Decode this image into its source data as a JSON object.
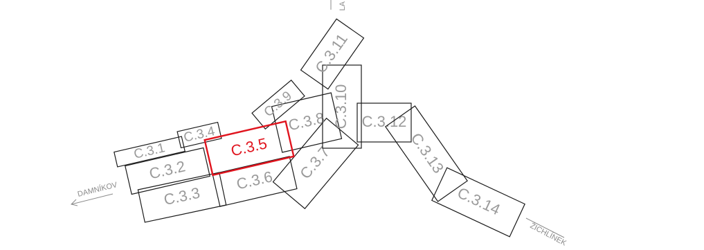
{
  "sectors": [
    {
      "id": "c31",
      "label": "C.3.1",
      "selected": false
    },
    {
      "id": "c32",
      "label": "C.3.2",
      "selected": false
    },
    {
      "id": "c33",
      "label": "C.3.3",
      "selected": false
    },
    {
      "id": "c34",
      "label": "C.3.4",
      "selected": false
    },
    {
      "id": "c35",
      "label": "C.3.5",
      "selected": true
    },
    {
      "id": "c36",
      "label": "C.3.6",
      "selected": false
    },
    {
      "id": "c37",
      "label": "C.3.7",
      "selected": false
    },
    {
      "id": "c38",
      "label": "C.3.8",
      "selected": false
    },
    {
      "id": "c39",
      "label": "C.3.9",
      "selected": false
    },
    {
      "id": "c310",
      "label": "C.3.10",
      "selected": false
    },
    {
      "id": "c311",
      "label": "C.3.11",
      "selected": false
    },
    {
      "id": "c312",
      "label": "C.3.12",
      "selected": false
    },
    {
      "id": "c313",
      "label": "C.3.13",
      "selected": false
    },
    {
      "id": "c314",
      "label": "C.3.14",
      "selected": false
    }
  ],
  "directions": {
    "west": "DAMNÍKOV",
    "southeast": "ŽICHLÍNEK",
    "north": "LA"
  },
  "colors": {
    "outline": "#1a1a1a",
    "label": "#9a9a9a",
    "selected": "#e0141e",
    "direction": "#8a8a8a"
  }
}
